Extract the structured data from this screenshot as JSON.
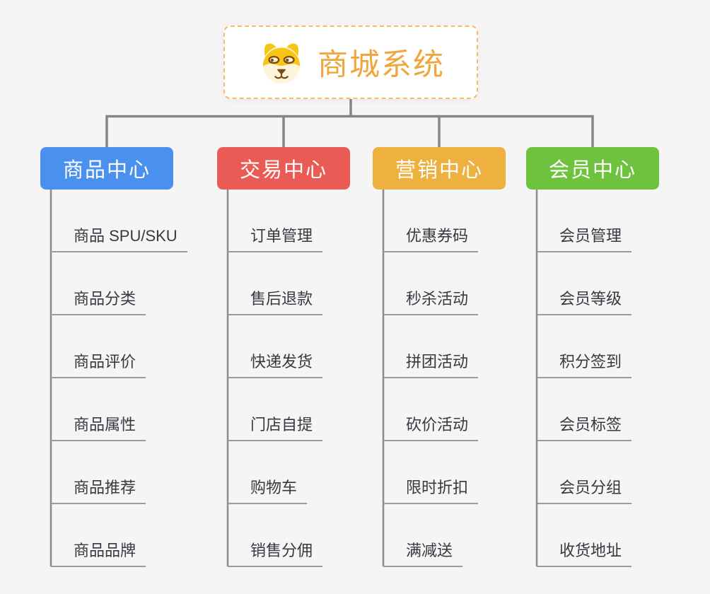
{
  "canvas": {
    "background": "#F5F5F6"
  },
  "root": {
    "title": "商城系统",
    "icon": "doge-icon",
    "title_color": "#F0A63C",
    "border_color": "#F3BE6B",
    "background": "#FFFFFF"
  },
  "connectors": {
    "tree_line_color": "#868686",
    "underline_color": "#9B9B9B"
  },
  "branches": [
    {
      "label": "商品中心",
      "color": "#4A90EE",
      "items": [
        "商品 SPU/SKU",
        "商品分类",
        "商品评价",
        "商品属性",
        "商品推荐",
        "商品品牌"
      ]
    },
    {
      "label": "交易中心",
      "color": "#EA5B56",
      "items": [
        "订单管理",
        "售后退款",
        "快递发货",
        "门店自提",
        "购物车",
        "销售分佣"
      ]
    },
    {
      "label": "营销中心",
      "color": "#EEB03E",
      "items": [
        "优惠券码",
        "秒杀活动",
        "拼团活动",
        "砍价活动",
        "限时折扣",
        "满减送"
      ]
    },
    {
      "label": "会员中心",
      "color": "#6FC23D",
      "items": [
        "会员管理",
        "会员等级",
        "积分签到",
        "会员标签",
        "会员分组",
        "收货地址"
      ]
    }
  ]
}
